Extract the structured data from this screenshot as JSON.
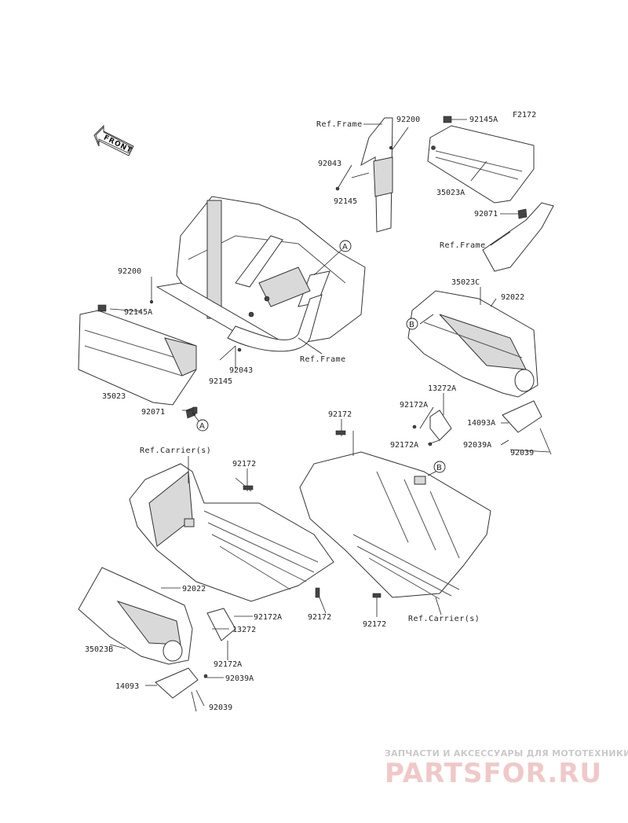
{
  "figure_code": "F2172",
  "front_label": "FRONT",
  "refs": {
    "frame": "Ref.Frame",
    "carrier": "Ref.Carrier(s)"
  },
  "markers": {
    "a": "A",
    "b": "B"
  },
  "parts": {
    "p92200": "92200",
    "p92145A": "92145A",
    "p92145": "92145",
    "p92043": "92043",
    "p35023": "35023",
    "p35023A": "35023A",
    "p35023B": "35023B",
    "p35023C": "35023C",
    "p92071": "92071",
    "p92022": "92022",
    "p13272": "13272",
    "p13272A": "13272A",
    "p92172": "92172",
    "p92172A": "92172A",
    "p14093": "14093",
    "p14093A": "14093A",
    "p92039": "92039",
    "p92039A": "92039A"
  },
  "watermark": {
    "tagline": "ЗАПЧАСТИ И АКСЕССУАРЫ ДЛЯ МОТОТЕХНИКИ",
    "brand": "PARTSFOR.RU"
  }
}
